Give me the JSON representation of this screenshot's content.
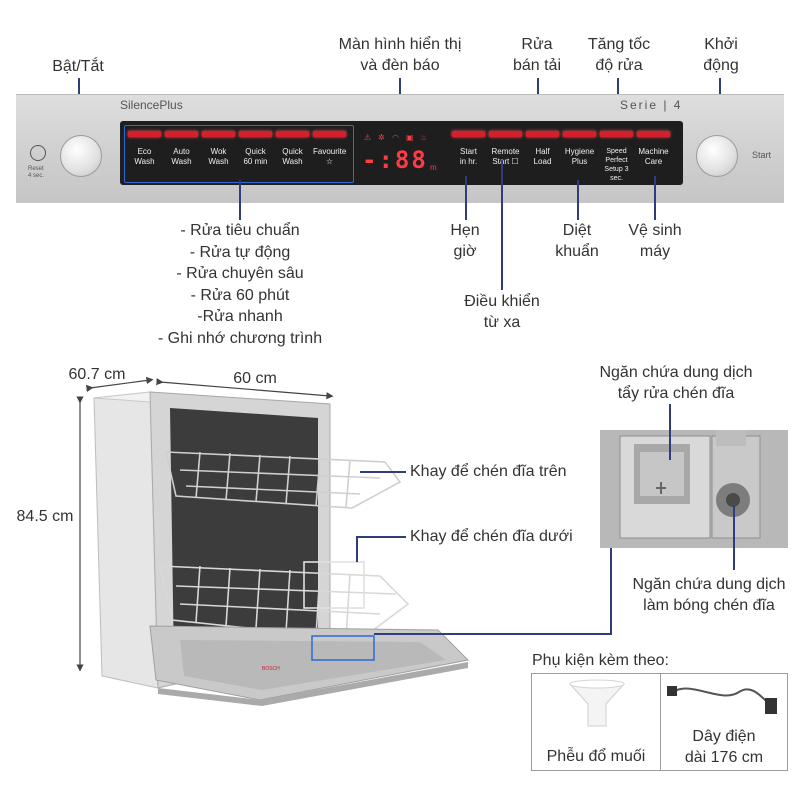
{
  "callouts": {
    "power": "Bật/Tắt",
    "display": "Màn hình hiển thị\nvà đèn báo",
    "half_load": "Rửa\nbán tải",
    "speed": "Tăng tốc\nđộ rửa",
    "start": "Khởi\nđộng",
    "programs": "- Rửa tiêu chuẩn\n- Rửa tự động\n- Rửa chuyên sâu\n- Rửa 60 phút\n-Rửa nhanh\n- Ghi nhớ chương trình",
    "timer": "Hẹn\ngiờ",
    "remote": "Điều khiển\ntừ xa",
    "hygiene": "Diệt\nkhuẩn",
    "machine_care": "Vệ sinh\nmáy"
  },
  "panel": {
    "brand": "SilencePlus",
    "series": "Serie | 4",
    "reset_label": "Reset\n4 sec.",
    "start_label": "Start",
    "display_digits": "-:88",
    "display_unit": "m",
    "program_buttons": [
      {
        "label": "Eco\nWash"
      },
      {
        "label": "Auto\nWash"
      },
      {
        "label": "Wok\nWash"
      },
      {
        "label": "Quick\n60 min"
      },
      {
        "label": "Quick\nWash"
      },
      {
        "label": "Favourite\n☆"
      }
    ],
    "option_buttons": [
      {
        "label": "Start\nin hr."
      },
      {
        "label": "Remote\nStart ☐"
      },
      {
        "label": "Half\nLoad"
      },
      {
        "label": "Hygiene\nPlus"
      },
      {
        "label": "Speed\nPerfect\nSetup 3 sec."
      },
      {
        "label": "Machine\nCare"
      }
    ]
  },
  "dimensions": {
    "depth": "60.7 cm",
    "width": "60 cm",
    "height": "84.5 cm"
  },
  "parts": {
    "upper_rack": "Khay để chén đĩa trên",
    "lower_rack": "Khay để chén đĩa dưới",
    "detergent": "Ngăn chứa dung dịch\ntẩy rửa chén đĩa",
    "rinse_aid": "Ngăn chứa dung dịch\nlàm bóng chén đĩa"
  },
  "accessories": {
    "title": "Phụ kiện kèm theo:",
    "funnel": "Phễu đổ muối",
    "cable": "Dây điện\ndài 176 cm"
  },
  "colors": {
    "line": "#2f3d7a",
    "indicator": "#d2202f",
    "program_frame": "#2c6bd6"
  }
}
